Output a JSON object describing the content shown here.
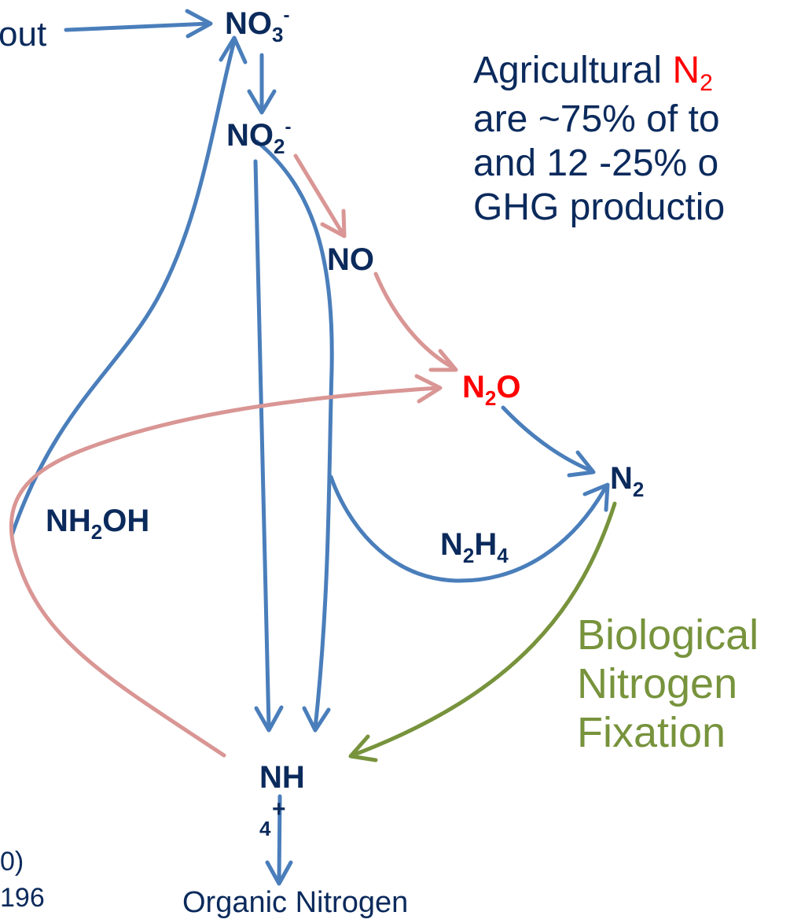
{
  "input_label": "out",
  "nodes": {
    "no3": {
      "base": "NO",
      "sub": "3",
      "sup": "-"
    },
    "no2": {
      "base": "NO",
      "sub": "2",
      "sup": "-"
    },
    "no": {
      "text": "NO"
    },
    "n2o": {
      "pre": "N",
      "sub": "2",
      "post": "O"
    },
    "n2": {
      "base": "N",
      "sub": "2"
    },
    "nh2oh": {
      "pre": "NH",
      "sub": "2",
      "post": "OH"
    },
    "n2h4": {
      "pre": "N",
      "sub": "2",
      "mid": "H",
      "sub2": "4"
    },
    "nh4": {
      "top": "NH",
      "sub": "4",
      "sup": "+"
    }
  },
  "organic_nitrogen": "Organic Nitrogen",
  "note": {
    "line1_pre": "Agricultural ",
    "line1_red": "N",
    "line1_red_sub": "2",
    "line2": "are ~75% of to",
    "line3": "and 12 -25% o",
    "line4": "GHG productio"
  },
  "fixation": {
    "line1": "Biological",
    "line2": "Nitrogen",
    "line3": "Fixation"
  },
  "citation": {
    "line1": "0)",
    "line2": "196"
  },
  "colors": {
    "blue_arrow": "#4a7ebb",
    "pink_arrow": "#d99694",
    "green_arrow": "#77933c",
    "label_navy": "#0b2a5c",
    "highlight_red": "#ff0000"
  }
}
